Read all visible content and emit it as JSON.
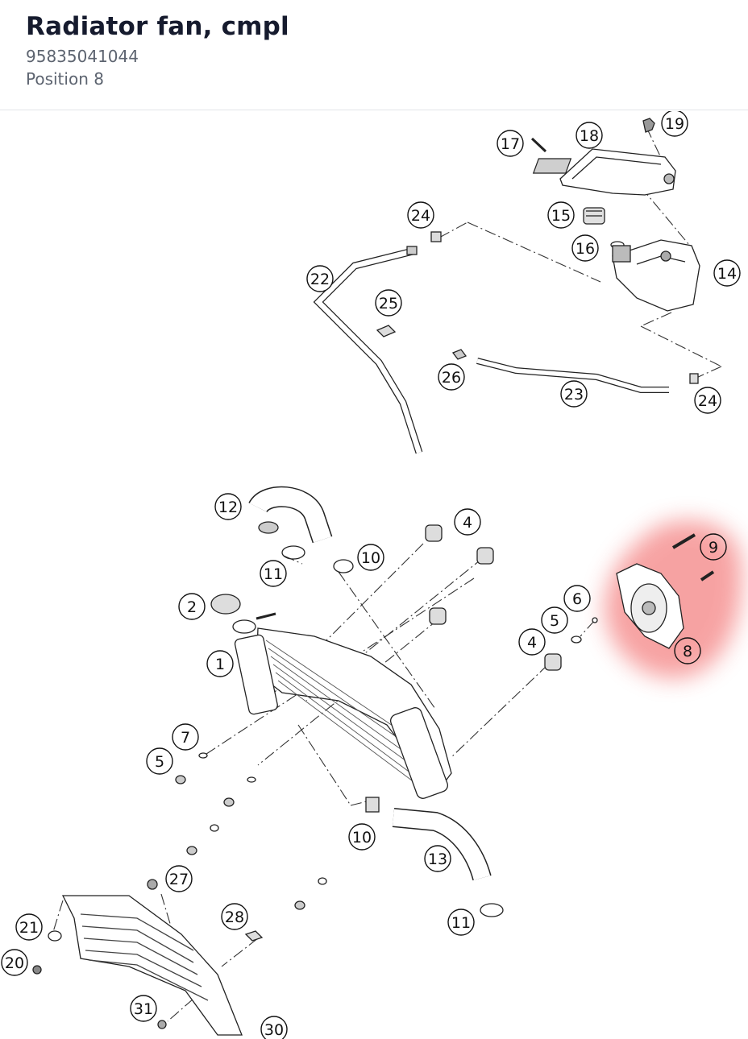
{
  "header": {
    "title": "Radiator fan, cmpl",
    "part_number": "95835041044",
    "position": "Position 8"
  },
  "diagram": {
    "highlight_color": "#f26a6a",
    "highlighted_callout": "8",
    "callouts": [
      "19",
      "18",
      "17",
      "24",
      "15",
      "16",
      "14",
      "22",
      "25",
      "26",
      "23",
      "24",
      "12",
      "4",
      "10",
      "11",
      "9",
      "2",
      "6",
      "5",
      "4",
      "1",
      "8",
      "7",
      "5",
      "10",
      "13",
      "27",
      "21",
      "28",
      "11",
      "20",
      "31",
      "30"
    ]
  }
}
